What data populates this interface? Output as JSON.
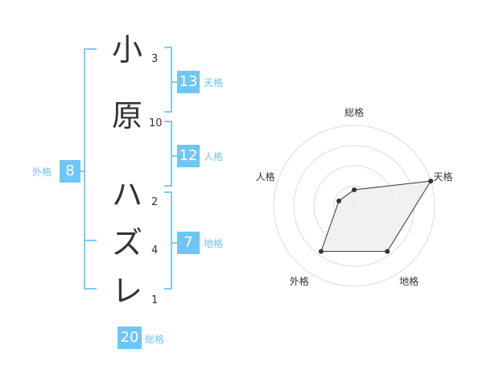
{
  "name": {
    "characters": [
      {
        "char": "小",
        "strokes": "3"
      },
      {
        "char": "原",
        "strokes": "10"
      },
      {
        "char": "ハ",
        "strokes": "2"
      },
      {
        "char": "ズ",
        "strokes": "4"
      },
      {
        "char": "レ",
        "strokes": "1"
      }
    ]
  },
  "fortune": {
    "tenkaku": {
      "value": "13",
      "label": "天格"
    },
    "jinkaku": {
      "value": "12",
      "label": "人格"
    },
    "chikaku": {
      "value": "7",
      "label": "地格"
    },
    "gaikaku": {
      "value": "8",
      "label": "外格"
    },
    "soukaku": {
      "value": "20",
      "label": "総格"
    }
  },
  "chart_data": {
    "type": "radar",
    "axes": [
      "総格",
      "天格",
      "地格",
      "外格",
      "人格"
    ],
    "values": [
      0.2,
      1.0,
      0.7,
      0.7,
      0.2
    ],
    "rings": 4,
    "grid": true,
    "colors": {
      "fill": "#efefef",
      "stroke": "#333333",
      "grid": "#dddddd"
    }
  },
  "colors": {
    "accent": "#6ec6f5"
  }
}
